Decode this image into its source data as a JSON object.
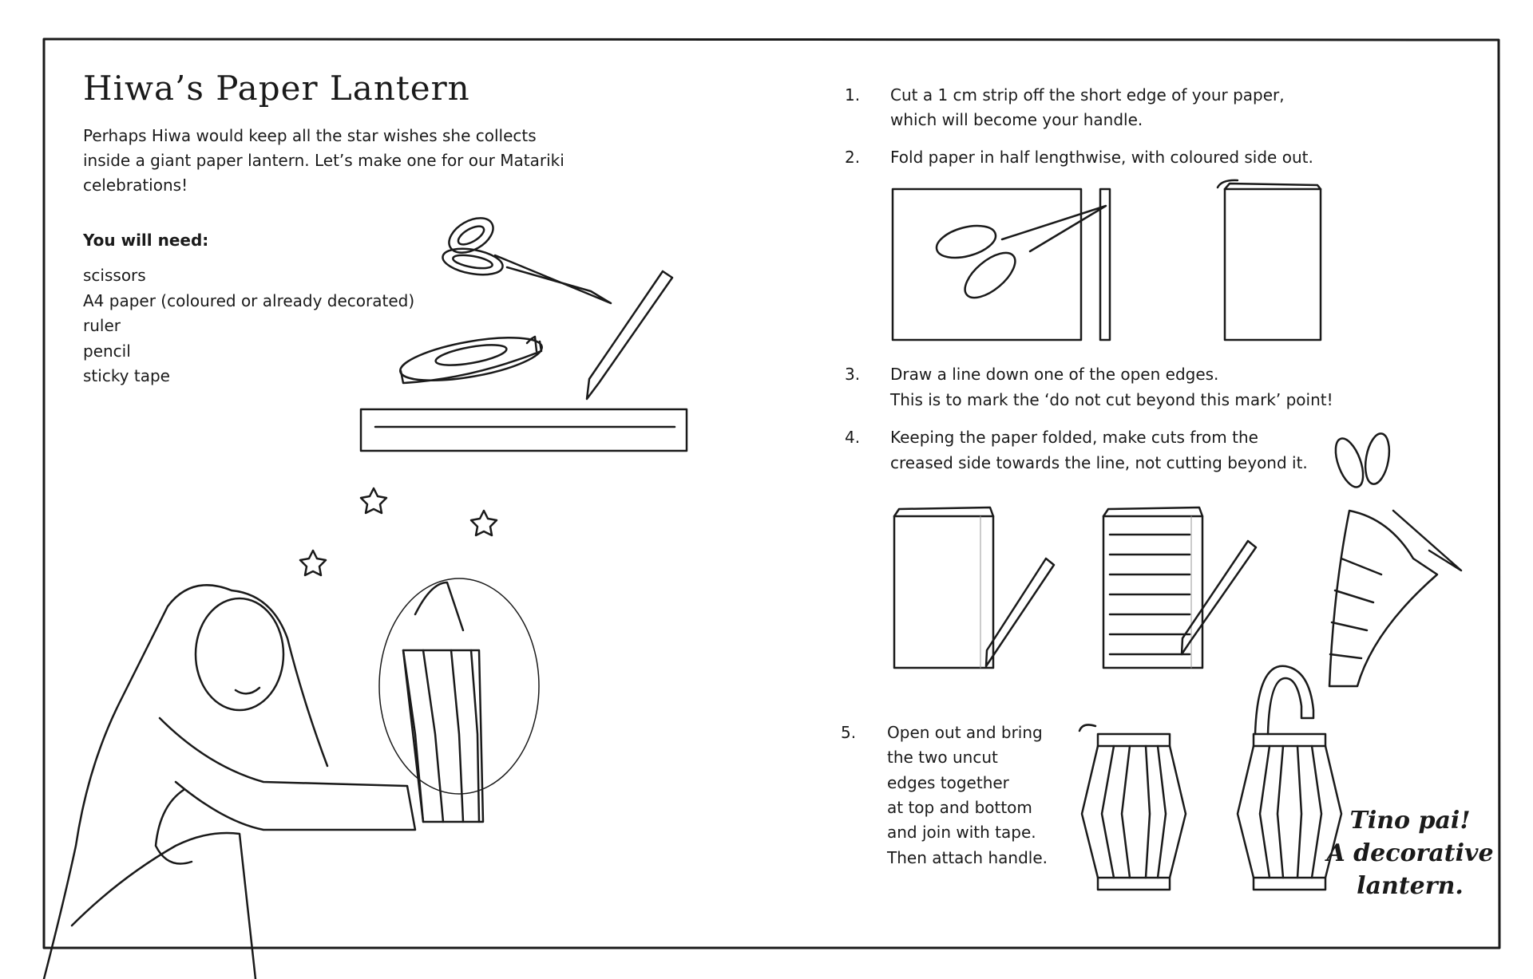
{
  "title": "Hiwa’s Paper Lantern",
  "intro": [
    "Perhaps Hiwa would keep all the star wishes she collects",
    "inside a giant paper lantern. Let’s make one for our Matariki",
    "celebrations!"
  ],
  "needs_heading": "You will need:",
  "needs": [
    "scissors",
    "A4 paper (coloured or already decorated)",
    "ruler",
    "pencil",
    "sticky tape"
  ],
  "steps": [
    {
      "num": "1.",
      "lines": [
        "Cut a 1 cm strip off the short edge of your paper,",
        "which will become your handle."
      ]
    },
    {
      "num": "2.",
      "lines": [
        "Fold paper in half lengthwise, with coloured side out."
      ]
    },
    {
      "num": "3.",
      "lines": [
        "Draw a line down one of the open edges.",
        "This is to mark the ‘do not cut beyond this mark’ point!"
      ]
    },
    {
      "num": "4.",
      "lines": [
        "Keeping the paper folded, make cuts from the",
        "creased side towards the line, not cutting beyond it."
      ]
    },
    {
      "num": "5.",
      "lines": [
        "Open out and bring",
        "the two uncut",
        "edges together",
        "at top and bottom",
        "and join with tape.",
        "Then attach handle."
      ]
    }
  ],
  "closing": [
    "Tino pai!",
    "A decorative",
    "lantern."
  ]
}
